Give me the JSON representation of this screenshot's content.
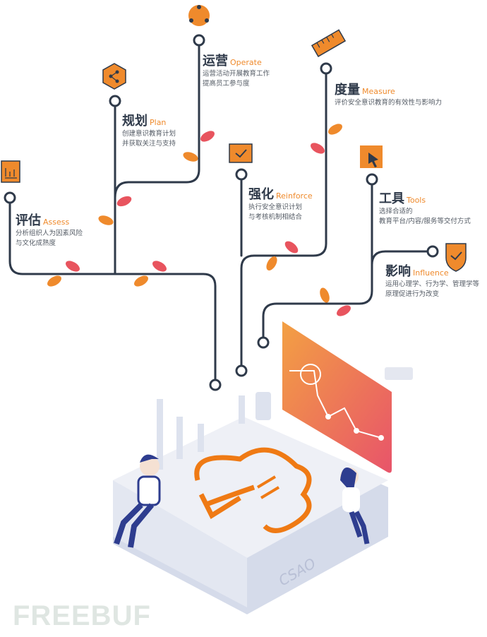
{
  "steps": [
    {
      "id": "assess",
      "title": "评估",
      "en": "Assess",
      "desc": [
        "分析组织人为因素风险",
        "与文化成熟度"
      ]
    },
    {
      "id": "plan",
      "title": "规划",
      "en": "Plan",
      "desc": [
        "创建意识教育计划",
        "并获取关注与支持"
      ]
    },
    {
      "id": "operate",
      "title": "运营",
      "en": "Operate",
      "desc": [
        "运营活动开展教育工作",
        "提高员工参与度"
      ]
    },
    {
      "id": "measure",
      "title": "度量",
      "en": "Measure",
      "desc": [
        "评价安全意识教育的有效性与影响力"
      ]
    },
    {
      "id": "reinforce",
      "title": "强化",
      "en": "Reinforce",
      "desc": [
        "执行安全意识计划",
        "与考核机制相结合"
      ]
    },
    {
      "id": "tools",
      "title": "工具",
      "en": "Tools",
      "desc": [
        "选择合适的",
        "教育平台/内容/服务等交付方式"
      ]
    },
    {
      "id": "influence",
      "title": "影响",
      "en": "Influence",
      "desc": [
        "运用心理学、行为学、管理学等",
        "原理促进行为改变"
      ]
    }
  ],
  "platform_label": "CSAO",
  "watermark": "FREEBUF",
  "colors": {
    "line": "#2f3a4a",
    "orange": "#ef8a2c",
    "red": "#e8545e",
    "platform": "#e6e9f2"
  }
}
